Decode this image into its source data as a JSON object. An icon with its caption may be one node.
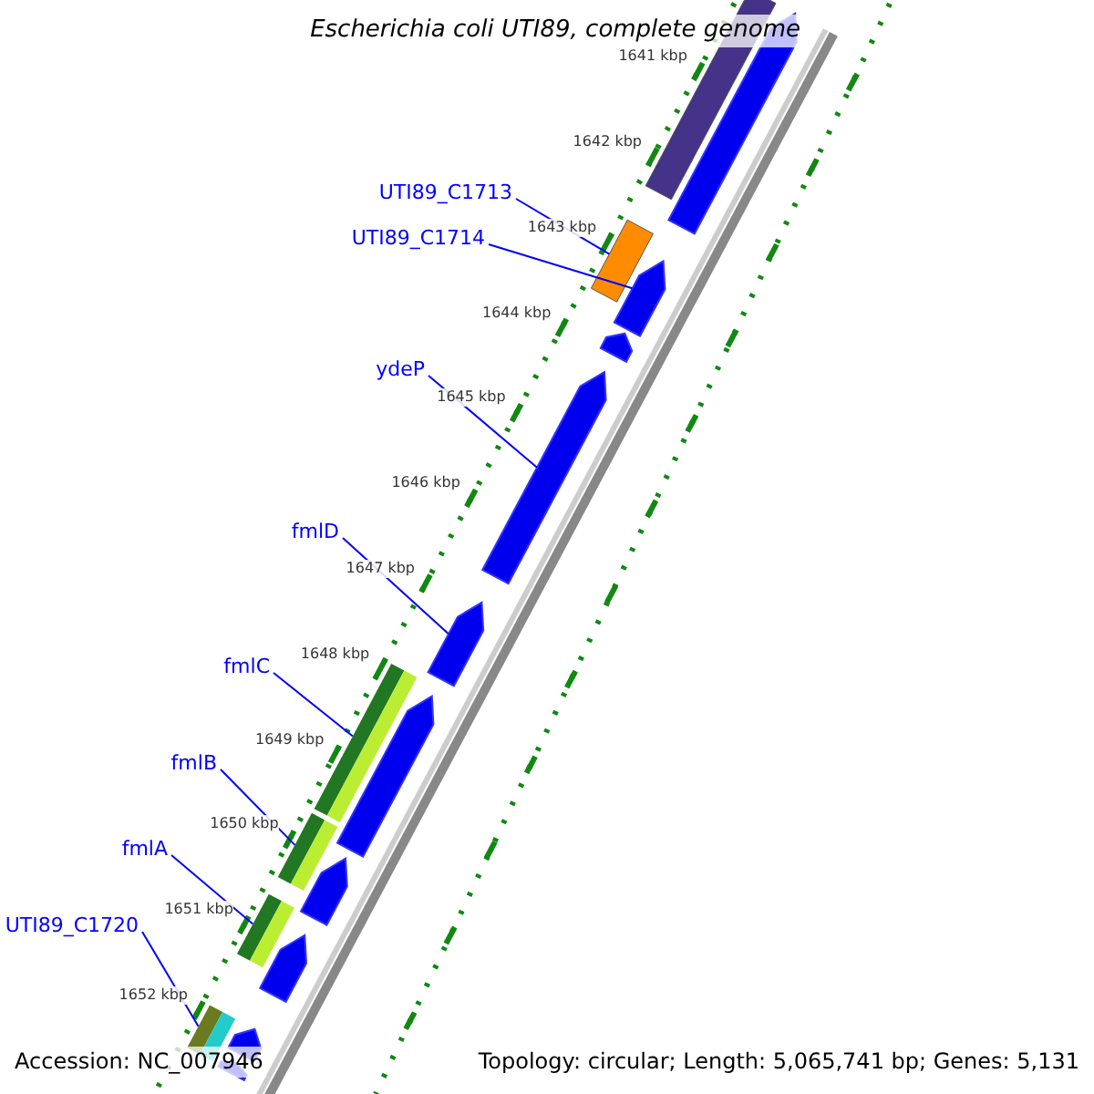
{
  "diagram": {
    "title": "Escherichia coli UTI89, complete genome",
    "nodes": [
      {
        "text": [
          "UTI89_C1713"
        ]
      },
      {
        "text": [
          "UTI89_C1714"
        ]
      },
      {
        "text": [
          "ydeP"
        ]
      },
      {
        "text": [
          "fmlD"
        ]
      },
      {
        "text": [
          "fmlC"
        ]
      },
      {
        "text": [
          "fmlB"
        ]
      },
      {
        "text": [
          "fmlA"
        ]
      },
      {
        "text": [
          "UTI89_C1720"
        ]
      },
      {
        "text": [],
        "shape": "bar"
      },
      {
        "text": [],
        "shape": "bar"
      },
      {
        "text": [],
        "shape": "bar"
      },
      {
        "text": [],
        "shape": "bar"
      },
      {
        "text": [],
        "shape": "bar"
      },
      {
        "text": [],
        "shape": "bar"
      },
      {
        "text": [],
        "shape": "bar"
      },
      {
        "text": [],
        "shape": "bar"
      }
    ],
    "edges": [
      {
        "from": 0,
        "to": 8,
        "arrow": "none"
      },
      {
        "from": 1,
        "to": 9,
        "arrow": "none"
      },
      {
        "from": 2,
        "to": 10,
        "arrow": "none"
      },
      {
        "from": 3,
        "to": 11,
        "arrow": "none"
      },
      {
        "from": 4,
        "to": 12,
        "arrow": "none"
      },
      {
        "from": 5,
        "to": 13,
        "arrow": "none"
      },
      {
        "from": 6,
        "to": 14,
        "arrow": "none"
      },
      {
        "from": 7,
        "to": 15,
        "arrow": "none"
      }
    ],
    "labels": [
      "1641 kbp",
      "1642 kbp",
      "1643 kbp",
      "1644 kbp",
      "1645 kbp",
      "1646 kbp",
      "1647 kbp",
      "1648 kbp",
      "1649 kbp",
      "1650 kbp",
      "1651 kbp",
      "1652 kbp",
      "Accession: NC_007946",
      "Topology: circular; Length: 5,065,741 bp; Genes: 5,131"
    ]
  }
}
